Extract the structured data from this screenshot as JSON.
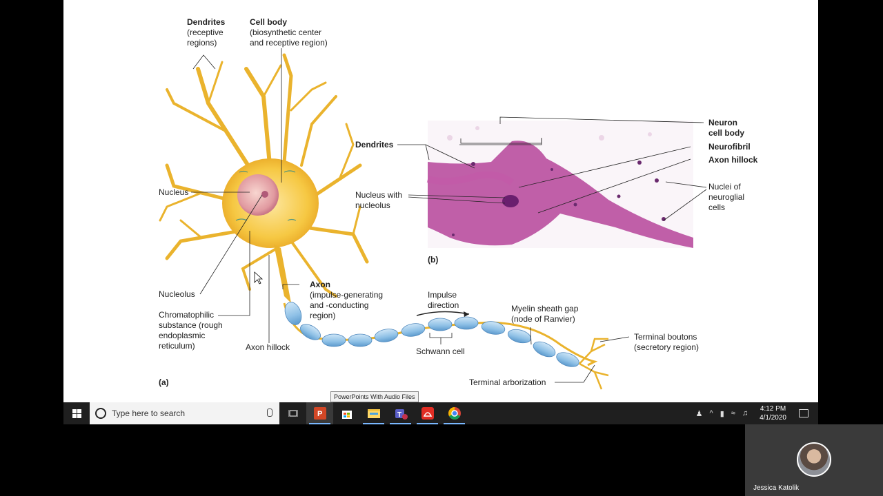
{
  "slide": {
    "labels_a": {
      "dendrites_title": "Dendrites",
      "dendrites_sub": "(receptive\nregions)",
      "cellbody_title": "Cell body",
      "cellbody_sub": "(biosynthetic center\nand receptive region)",
      "nucleus": "Nucleus",
      "nucleolus": "Nucleolus",
      "chromatophilic": "Chromatophilic\nsubstance (rough\nendoplasmic\nreticulum)",
      "axon_hillock": "Axon hillock",
      "axon_title": "Axon",
      "axon_sub": "(impulse-generating\nand -conducting\nregion)",
      "impulse_direction": "Impulse\ndirection",
      "schwann_cell": "Schwann cell",
      "myelin_gap": "Myelin sheath gap\n(node of Ranvier)",
      "terminal_boutons": "Terminal boutons\n(secretory region)",
      "terminal_arborization": "Terminal arborization",
      "panel_a": "(a)"
    },
    "labels_b": {
      "neuron_cell_body": "Neuron\ncell body",
      "dendrites": "Dendrites",
      "neurofibril": "Neurofibril",
      "axon_hillock": "Axon hillock",
      "nucleus_with_nucleolus": "Nucleus with\nnucleolus",
      "nuclei_neuroglial": "Nuclei of\nneuroglial\ncells",
      "panel_b": "(b)"
    }
  },
  "tooltip": "PowerPoints With Audio Files",
  "taskbar": {
    "search_placeholder": "Type here to search",
    "apps": [
      "powerpoint-icon",
      "store-icon",
      "file-explorer-icon",
      "teams-icon",
      "acrobat-icon",
      "chrome-icon"
    ],
    "time": "4:12 PM",
    "date": "4/1/2020"
  },
  "webcam": {
    "name": "Jessica Katolik"
  }
}
